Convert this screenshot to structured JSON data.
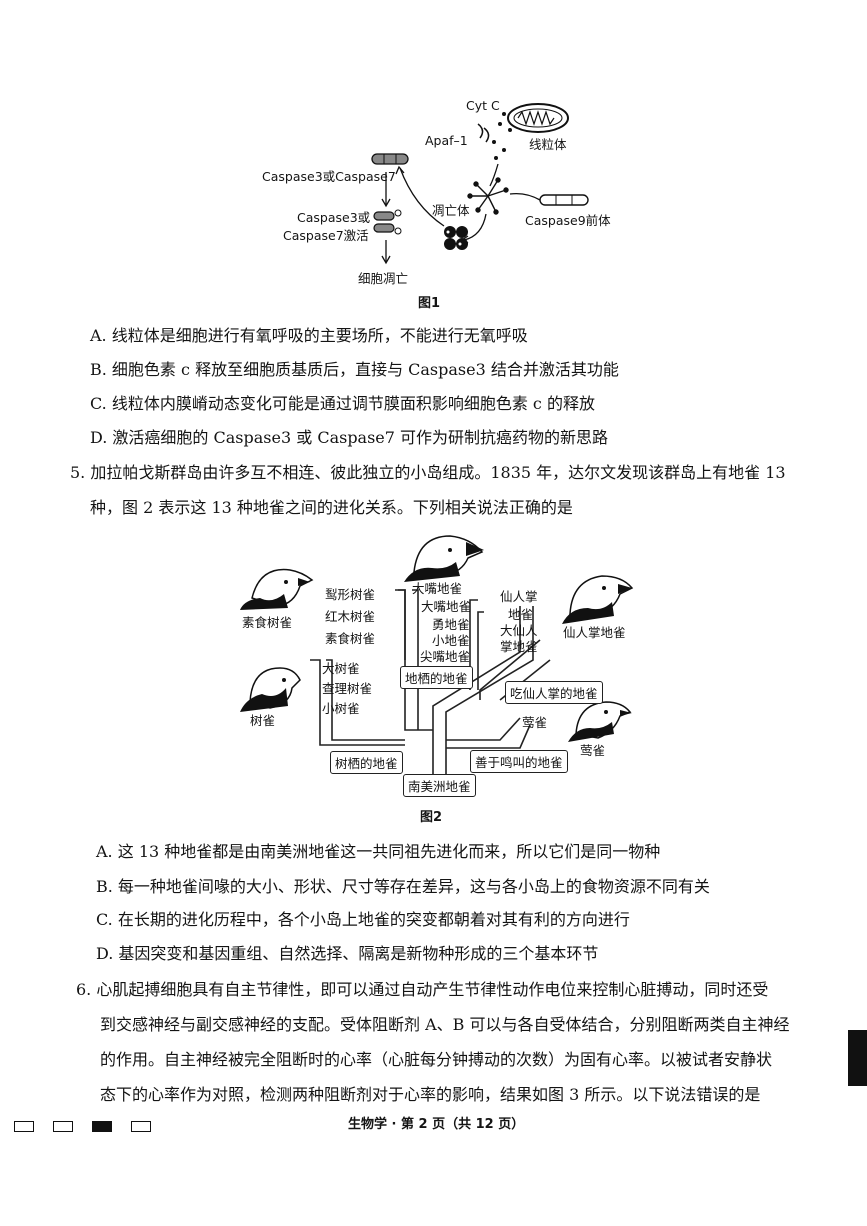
{
  "figure1": {
    "caption": "图1",
    "labels": {
      "cytc": "Cyt C",
      "apaf1": "Apaf–1",
      "mito": "线粒体",
      "casp37": "Caspase3或Caspase7",
      "casp37_act_1": "Caspase3或",
      "casp37_act_2": "Caspase7激活",
      "apoptosome": "凋亡体",
      "casp9": "Caspase9前体",
      "apoptosis": "细胞凋亡"
    }
  },
  "q4_options": [
    "A. 线粒体是细胞进行有氧呼吸的主要场所，不能进行无氧呼吸",
    "B. 细胞色素 c 释放至细胞质基质后，直接与 Caspase3 结合并激活其功能",
    "C. 线粒体内膜嵴动态变化可能是通过调节膜面积影响细胞色素 c 的释放",
    "D. 激活癌细胞的 Caspase3 或 Caspase7 可作为研制抗癌药物的新思路"
  ],
  "q5": {
    "line1": "5. 加拉帕戈斯群岛由许多互不相连、彼此独立的小岛组成。1835 年，达尔文发现该群岛上有地雀 13",
    "line2": "种，图 2 表示这 13 种地雀之间的进化关系。下列相关说法正确的是"
  },
  "figure2": {
    "caption": "图2",
    "labels": {
      "gua": "䴕形树雀",
      "hongmu": "红木树雀",
      "sushi_tree": "素食树雀",
      "sushi_bird": "素食树雀",
      "dashu": "大树雀",
      "chali": "查理树雀",
      "xiaoshu": "小树雀",
      "shuque_bird": "树雀",
      "dazui_bird": "大嘴地雀",
      "dazui": "大嘴地雀",
      "yong": "勇地雀",
      "xiaodi": "小地雀",
      "jianzui": "尖嘴地雀",
      "xrz_1": "仙人掌",
      "xrz_2": "地雀",
      "dxr_1": "大仙人",
      "dxr_2": "掌地雀",
      "xrz_bird": "仙人掌地雀",
      "ying": "莺雀",
      "ying_bird": "莺雀",
      "box_ground": "地栖的地雀",
      "box_cactus": "吃仙人掌的地雀",
      "box_tree": "树栖的地雀",
      "box_sing": "善于鸣叫的地雀",
      "box_root": "南美洲地雀"
    }
  },
  "q5_options": [
    "A. 这 13 种地雀都是由南美洲地雀这一共同祖先进化而来，所以它们是同一物种",
    "B. 每一种地雀间喙的大小、形状、尺寸等存在差异，这与各小岛上的食物资源不同有关",
    "C. 在长期的进化历程中，各个小岛上地雀的突变都朝着对其有利的方向进行",
    "D. 基因突变和基因重组、自然选择、隔离是新物种形成的三个基本环节"
  ],
  "q6": {
    "line1": "6. 心肌起搏细胞具有自主节律性，即可以通过自动产生节律性动作电位来控制心脏搏动，同时还受",
    "line2": "到交感神经与副交感神经的支配。受体阻断剂 A、B 可以与各自受体结合，分别阻断两类自主神经",
    "line3": "的作用。自主神经被完全阻断时的心率（心脏每分钟搏动的次数）为固有心率。以被试者安静状",
    "line4": "态下的心率作为对照，检测两种阻断剂对于心率的影响，结果如图 3 所示。以下说法错误的是"
  },
  "footer": {
    "text": "生物学 · 第 2 页（共 12 页）"
  }
}
